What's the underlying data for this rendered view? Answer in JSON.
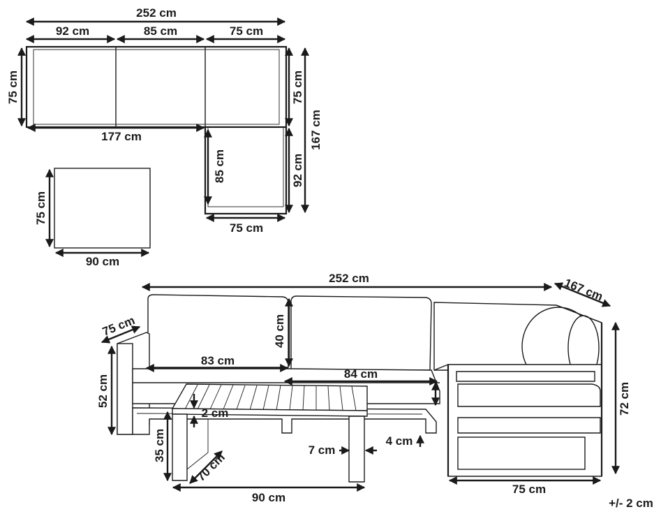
{
  "top_view": {
    "total_width": "252 cm",
    "seg1": "92 cm",
    "seg2": "85 cm",
    "seg3": "75 cm",
    "left_depth": "75 cm",
    "right_depth_top": "75 cm",
    "right_depth_bottom": "92 cm",
    "total_depth": "167 cm",
    "inner_width": "177 cm",
    "inner_depth": "85 cm",
    "bottom_width": "75 cm"
  },
  "table_top_view": {
    "depth": "75 cm",
    "width": "90 cm"
  },
  "perspective_view": {
    "total_width": "252 cm",
    "total_depth": "167 cm",
    "arm_depth": "75 cm",
    "back_height": "40 cm",
    "seat_width_left": "83 cm",
    "seat_width_mid": "84 cm",
    "seat_height": "52 cm",
    "total_height": "72 cm",
    "table_top_thickness": "2 cm",
    "table_height": "35 cm",
    "table_depth": "70 cm",
    "table_leg": "7 cm",
    "table_width": "90 cm",
    "foot_height": "4 cm",
    "module_width": "75 cm",
    "tolerance": "+/- 2 cm"
  }
}
